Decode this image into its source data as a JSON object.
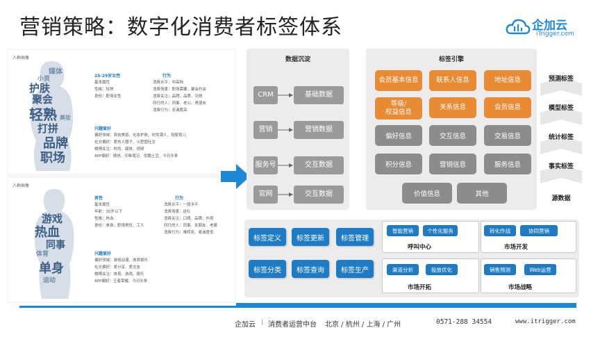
{
  "title": "营销策略：数字化消费者标签体系",
  "logo": {
    "name": "企加云",
    "url": "iTrigger.com"
  },
  "personas": [
    {
      "label": "人群画像",
      "word_cloud": [
        "护肤",
        "聚会",
        "轻熟",
        "打拼",
        "品牌",
        "职场",
        "媒体",
        "小资",
        "美妆"
      ],
      "col1": {
        "heading": "25-29岁女性",
        "lines": [
          "基本属性",
          "性格：轻熟",
          "身份：职场女性"
        ]
      },
      "col2": {
        "heading": "行为",
        "lines": [
          "消费水平：中高档",
          "消费场景：职场需要、聚会约会",
          "消费关注：品牌、品质、功效",
          "同行的人：同事、老公、男朋友",
          "消费行为：忠诚度高"
        ]
      },
      "interest": {
        "heading": "兴趣爱好",
        "lines": [
          "偏好领域：穿衣美容、化妆护肤、时尚潮人、母婴育儿",
          "社交偏好：爱热人圈子、小型图社交",
          "微博关注：时尚、媒体、视频",
          "APP偏好：微信、印象笔记、优酷土豆、今日头条"
        ]
      }
    },
    {
      "label": "人群画像",
      "word_cloud": [
        "游戏",
        "热血",
        "同事",
        "单身",
        "体育",
        "运动"
      ],
      "col1": {
        "heading": "男性",
        "lines": [
          "基本属性",
          "年龄：30岁以下",
          "性格：热血",
          "身份：单身、职场男性、工人"
        ]
      },
      "col2": {
        "heading": "行为",
        "lines": [
          "消费水平：一般水平",
          "消费场景：送礼",
          "消费关注：口碑、品牌、外观",
          "同行的人：同事、女朋友、老婆",
          "消费行为：难转化、易诚度低"
        ]
      },
      "interest": {
        "heading": "兴趣爱好",
        "lines": [
          "偏好领域：游戏动漫、体育娱乐",
          "社交偏好：爱分享、爱交友",
          "微博关注：体育、游戏、娱乐",
          "APP偏好：王者荣耀、今日头条"
        ]
      }
    }
  ],
  "data_panel": {
    "title": "数据沉淀",
    "sources": [
      "CRM",
      "营销",
      "服务号",
      "官网"
    ],
    "targets": [
      "基础数据",
      "营销数据",
      "交互数据",
      "交互数据"
    ]
  },
  "tag_engine": {
    "title": "标签引擎",
    "orange": [
      "会员基本信息",
      "联系人信息",
      "地址信息",
      "等级/\n权益信息",
      "关系信息",
      "会员信息"
    ],
    "gray": [
      "偏好信息",
      "交互信息",
      "交易信息",
      "积分信息",
      "营销信息",
      "服务信息",
      "价值信息",
      "其他"
    ]
  },
  "layers": [
    "预测标签",
    "模型标签",
    "统计标签",
    "事实标签",
    "源数据"
  ],
  "mgmt": [
    "标签定义",
    "标签更新",
    "标签管理",
    "标签分类",
    "标签查询",
    "标签生产"
  ],
  "groups": [
    {
      "label": "呼叫中心",
      "items": [
        "智能营销",
        "个性化服务"
      ]
    },
    {
      "label": "市场开发",
      "items": [
        "转化作战",
        "协同营销"
      ]
    },
    {
      "label": "市场开拓",
      "items": [
        "渠道分析",
        "投放优化"
      ]
    },
    {
      "label": "市场战略",
      "items": [
        "销售预测",
        "Web运营"
      ]
    }
  ],
  "footer": {
    "company": "企加云",
    "sep1": "|",
    "slogan": "消费者运营中台",
    "cities": "北京 / 杭州 / 上海 / 广州",
    "phone": "0571-288 34554",
    "site": "www.itrigger.com"
  },
  "colors": {
    "accent": "#1e7bc4",
    "orange": "#e98b34",
    "gray": "#9a9a9a",
    "panel": "#ececec"
  }
}
